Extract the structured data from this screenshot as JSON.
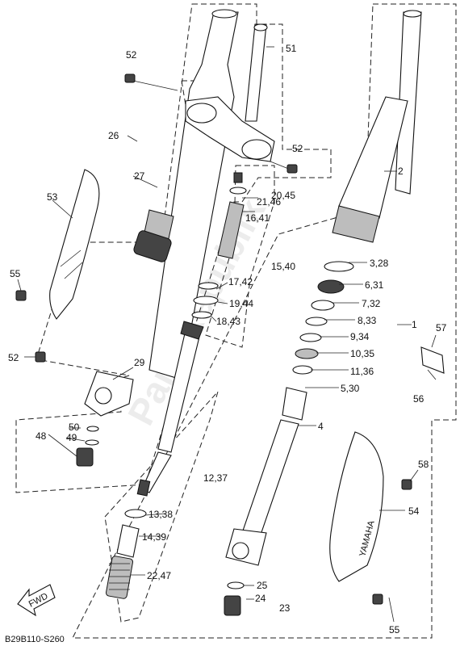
{
  "diagram": {
    "code": "B29B110-S260",
    "fwd_label": "FWD",
    "watermark": "PartsRepublik",
    "decal_text": "YAMAHA",
    "callouts": {
      "c1": "1",
      "c2": "2",
      "c3_28": "3,28",
      "c4": "4",
      "c5_30": "5,30",
      "c6_31": "6,31",
      "c7_32": "7,32",
      "c8_33": "8,33",
      "c9_34": "9,34",
      "c10_35": "10,35",
      "c11_36": "11,36",
      "c12_37": "12,37",
      "c13_38": "13,38",
      "c14_39": "14,39",
      "c15_40": "15,40",
      "c16_41": "16,41",
      "c17_42": "17,42",
      "c18_43": "18,43",
      "c19_44": "19,44",
      "c20_45": "20,45",
      "c21_46": "21,46",
      "c22_47": "22,47",
      "c23": "23",
      "c24": "24",
      "c25": "25",
      "c26": "26",
      "c27": "27",
      "c29": "29",
      "c48": "48",
      "c49": "49",
      "c50": "50",
      "c51": "51",
      "c52a": "52",
      "c52b": "52",
      "c52c": "52",
      "c53": "53",
      "c54": "54",
      "c55a": "55",
      "c55b": "55",
      "c56": "56",
      "c57": "57",
      "c58": "58"
    }
  }
}
